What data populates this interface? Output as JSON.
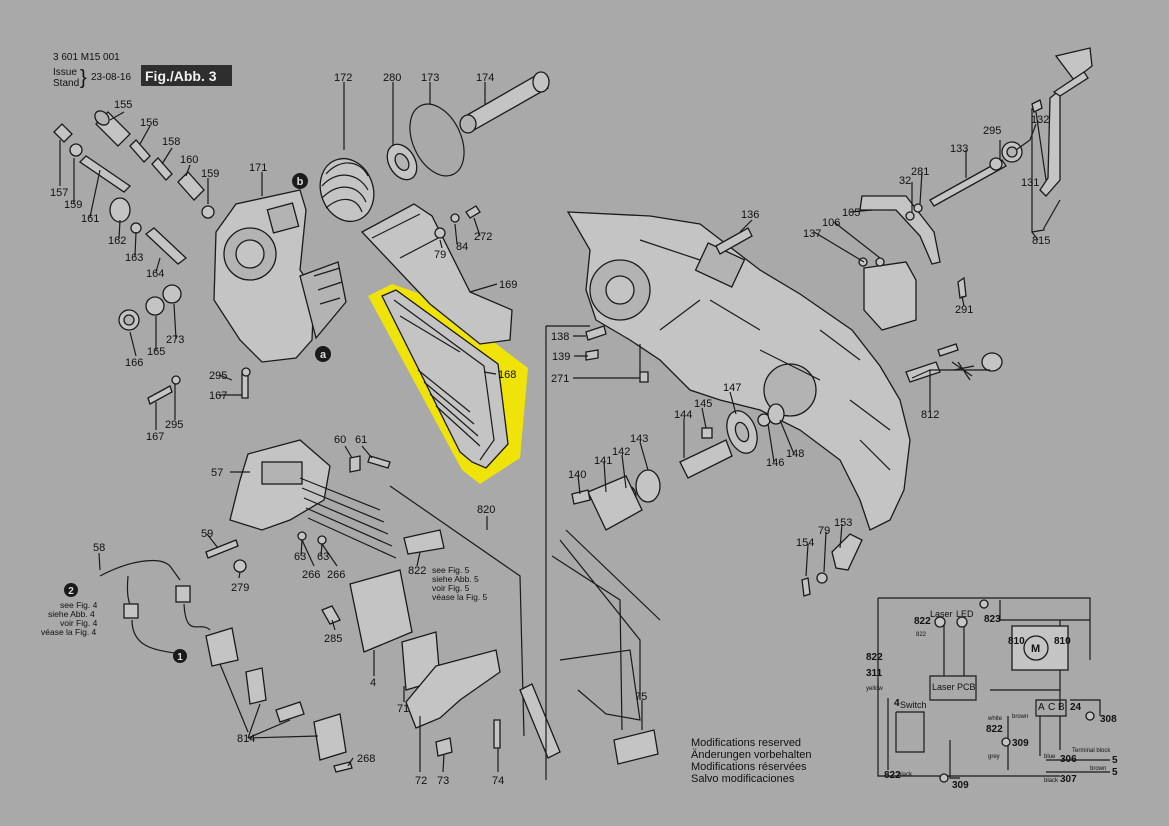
{
  "header": {
    "doc_number": "3 601 M15 001",
    "issue_label_1": "Issue",
    "issue_label_2": "Stand",
    "issue_date": "23-08-16",
    "figure_label": "Fig./Abb. 3"
  },
  "callouts": {
    "c172": "172",
    "c280": "280",
    "c173": "173",
    "c174": "174",
    "c155": "155",
    "c156": "156",
    "c158": "158",
    "c160": "160",
    "c159a": "159",
    "c171": "171",
    "c157": "157",
    "c159b": "159",
    "c161": "161",
    "c162": "162",
    "c163": "163",
    "c164": "164",
    "c166": "166",
    "c165": "165",
    "c273": "273",
    "c79": "79",
    "c84": "84",
    "c272": "272",
    "c169": "169",
    "c168": "168",
    "c295a": "295",
    "c167a": "167",
    "c167b": "167",
    "c295b": "295",
    "c60": "60",
    "c61": "61",
    "c57": "57",
    "c59": "59",
    "c58": "58",
    "c279": "279",
    "c63a": "63",
    "c63b": "63",
    "c266a": "266",
    "c266b": "266",
    "c822": "822",
    "c820": "820",
    "c285": "285",
    "c4": "4",
    "c71": "71",
    "c814": "814",
    "c268": "268",
    "c72": "72",
    "c73": "73",
    "c74": "74",
    "c75": "75",
    "c138": "138",
    "c139": "139",
    "c271": "271",
    "c136": "136",
    "c147": "147",
    "c145": "145",
    "c144": "144",
    "c143": "143",
    "c142": "142",
    "c141": "141",
    "c140": "140",
    "c146": "146",
    "c148": "148",
    "c137": "137",
    "c106": "106",
    "c105": "105",
    "c291": "291",
    "c812": "812",
    "c132": "132",
    "c295c": "295",
    "c133": "133",
    "c281": "281",
    "c32": "32",
    "c131": "131",
    "c815": "815",
    "c154": "154",
    "c79b": "79",
    "c153": "153"
  },
  "badges": {
    "a": "a",
    "b": "b",
    "one": "1",
    "two": "2"
  },
  "refs": {
    "fig4": [
      "see Fig. 4",
      "siehe Abb. 4",
      "voir Fig. 4",
      "véase la Fig. 4"
    ],
    "fig5": [
      "see Fig. 5",
      "siehe Abb. 5",
      "voir Fig. 5",
      "véase la Fig. 5"
    ]
  },
  "footer": {
    "notice": [
      "Modifications reserved",
      "Änderungen vorbehalten",
      "Modifications réservées",
      "Salvo modificaciones"
    ]
  },
  "wiring": {
    "laser": "Laser",
    "led": "LED",
    "m": "M",
    "laser_pcb": "Laser PCB",
    "switch": "Switch",
    "terminal_block": "Terminal block",
    "a": "A",
    "b": "B",
    "c": "C",
    "n822a": "822",
    "n823": "823",
    "n810a": "810",
    "n810b": "810",
    "n311": "311",
    "n822b": "822",
    "n24": "24",
    "n308": "308",
    "n4": "4",
    "n822c": "822",
    "n309a": "309",
    "n306": "306",
    "n5a": "5",
    "n5b": "5",
    "n822d": "822",
    "n307": "307",
    "n309b": "309",
    "n822e": "822",
    "c_black": "black",
    "c_brown": "brown",
    "c_white": "white",
    "c_blue": "blue",
    "c_grey": "grey",
    "c_yellow": "yellow"
  },
  "highlight": {
    "part": "168",
    "color": "#f2e600"
  }
}
